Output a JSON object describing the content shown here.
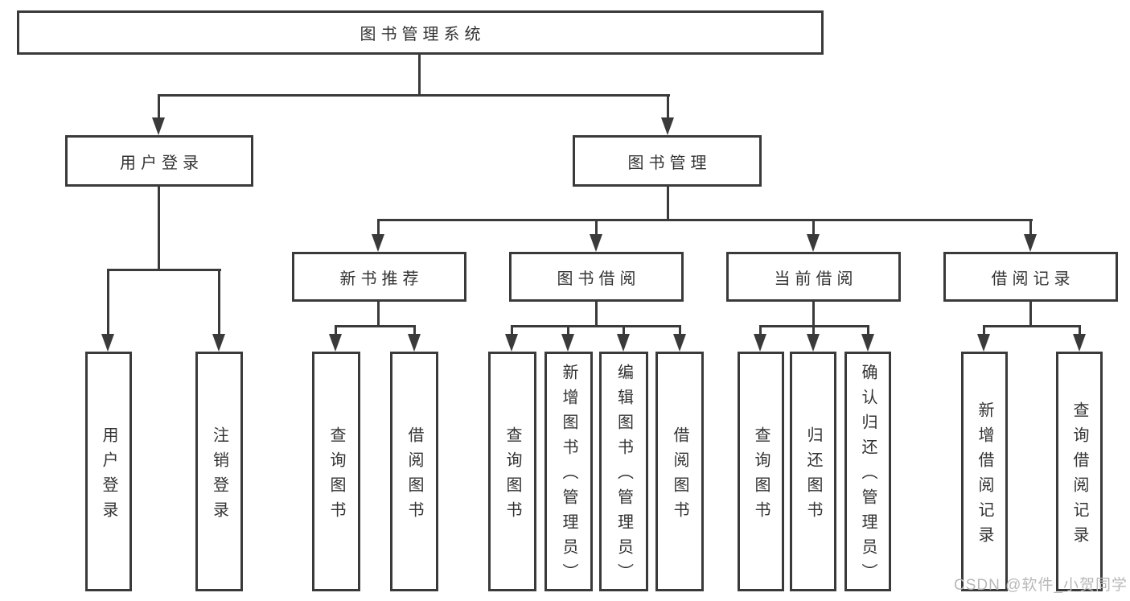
{
  "colors": {
    "line": "#3a3a3a",
    "text": "#333333",
    "watermark": "#b9b9b9",
    "background": "#ffffff"
  },
  "watermark": "CSDN @软件_小贺同学",
  "tree": {
    "root": {
      "label": "图书管理系统"
    },
    "branches": [
      {
        "label": "用户登录",
        "children": [
          {
            "label": "用户登录"
          },
          {
            "label": "注销登录"
          }
        ]
      },
      {
        "label": "图书管理",
        "children": [
          {
            "label": "新书推荐",
            "children": [
              {
                "label": "查询图书"
              },
              {
                "label": "借阅图书"
              }
            ]
          },
          {
            "label": "图书借阅",
            "children": [
              {
                "label": "查询图书"
              },
              {
                "label": "新增图书（管理员）"
              },
              {
                "label": "编辑图书（管理员）"
              },
              {
                "label": "借阅图书"
              }
            ]
          },
          {
            "label": "当前借阅",
            "children": [
              {
                "label": "查询图书"
              },
              {
                "label": "归还图书"
              },
              {
                "label": "确认归还（管理员）"
              }
            ]
          },
          {
            "label": "借阅记录",
            "children": [
              {
                "label": "新增借阅记录"
              },
              {
                "label": "查询借阅记录"
              }
            ]
          }
        ]
      }
    ]
  }
}
